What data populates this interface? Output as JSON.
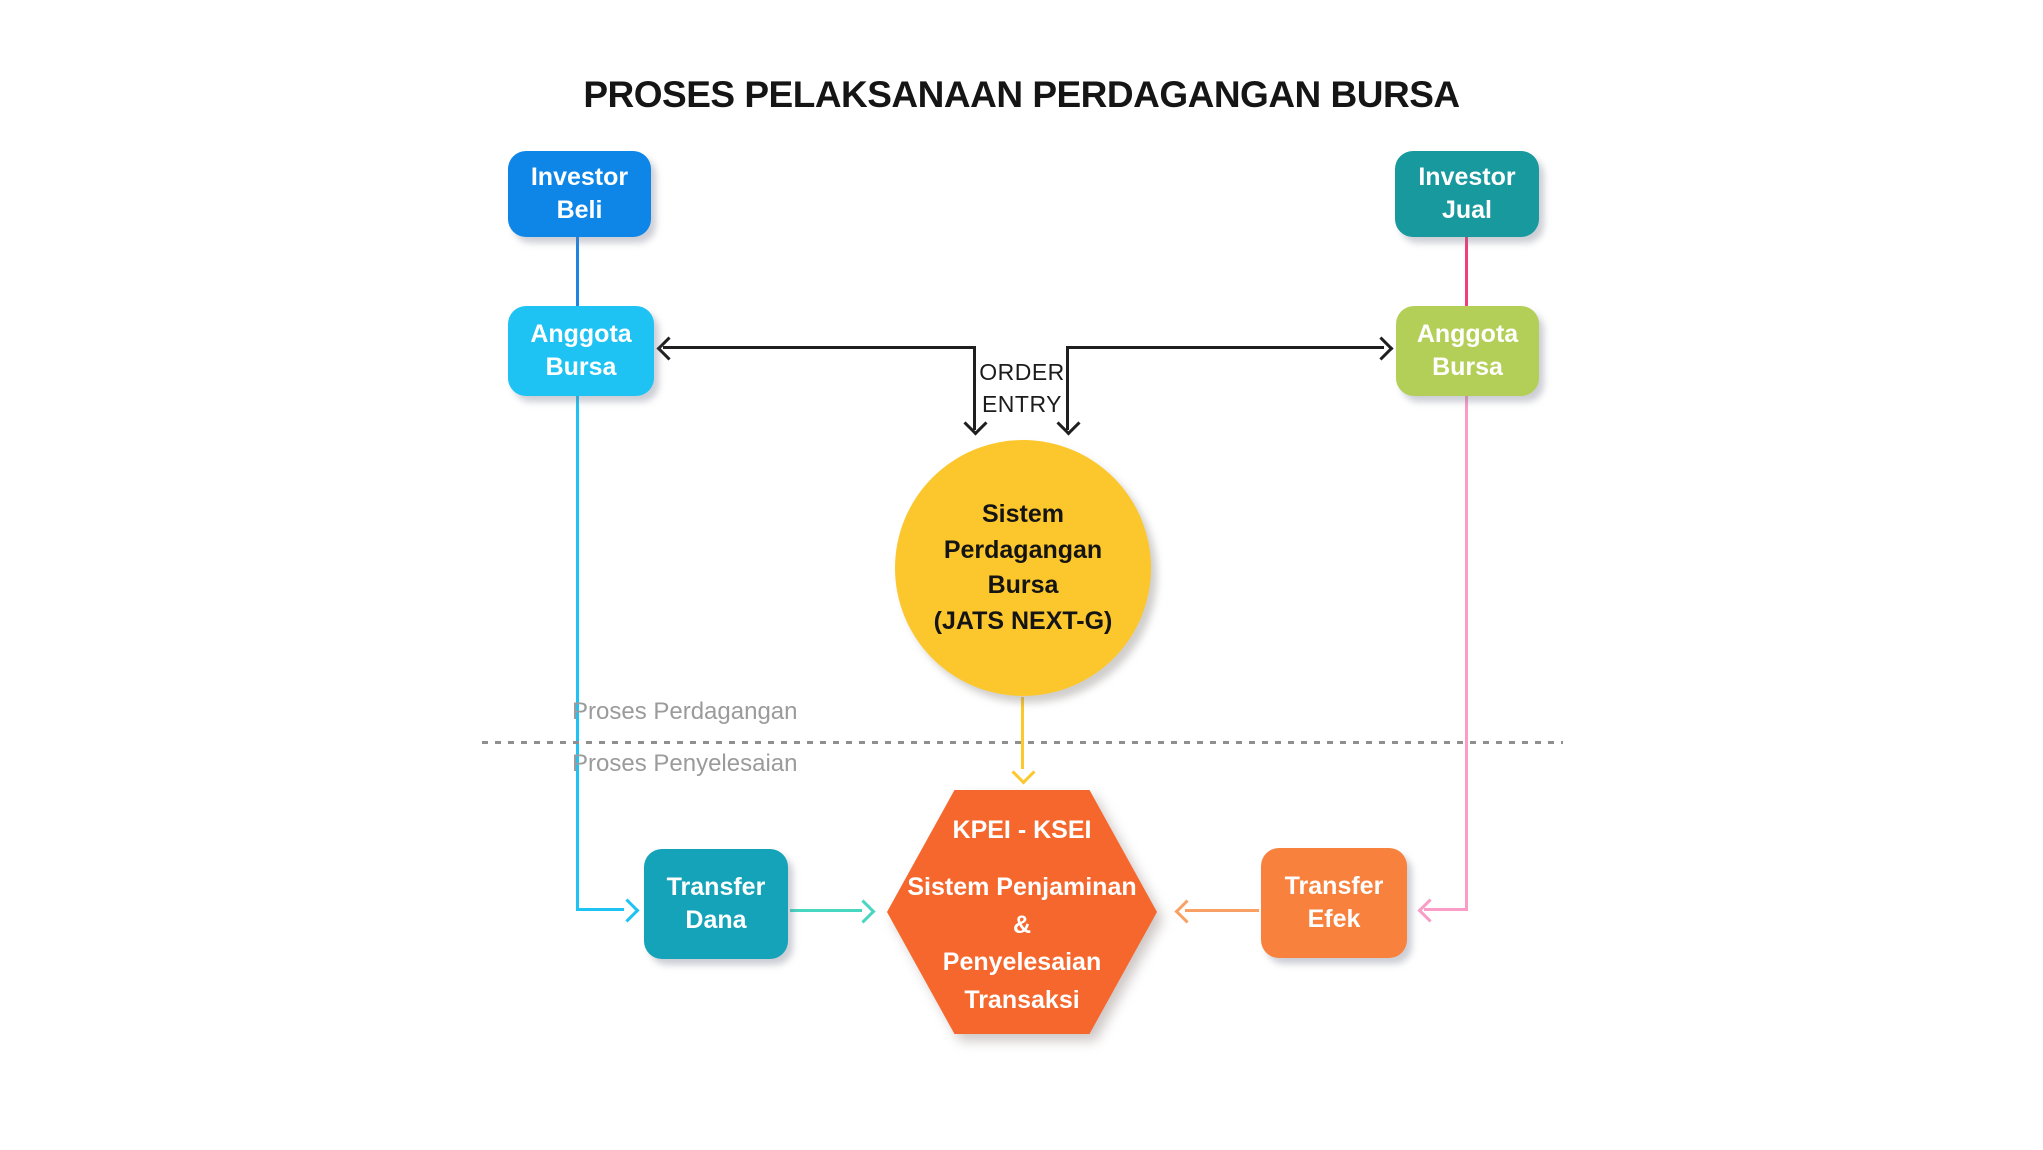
{
  "title": "PROSES PELAKSANAAN PERDAGANGAN BURSA",
  "diagram": {
    "nodes": {
      "investor_beli": {
        "label": "Investor\nBeli",
        "color": "#0e86e8"
      },
      "investor_jual": {
        "label": "Investor\nJual",
        "color": "#17999e"
      },
      "anggota_bursa_beli": {
        "label": "Anggota\nBursa",
        "color": "#1fc3f3"
      },
      "anggota_bursa_jual": {
        "label": "Anggota\nBursa",
        "color": "#b3cf58"
      },
      "sistem_perdagangan": {
        "label": "Sistem\nPerdagangan\nBursa\n(JATS NEXT-G)",
        "color": "#fcc72d"
      },
      "kpei_ksei": {
        "heading": "KPEI - KSEI",
        "label": "Sistem Penjaminan\n&\nPenyelesaian\nTransaksi",
        "color": "#f5672c"
      },
      "transfer_dana": {
        "label": "Transfer\nDana",
        "color": "#14a3b8"
      },
      "transfer_efek": {
        "label": "Transfer\nEfek",
        "color": "#f8813e"
      }
    },
    "labels": {
      "order_entry": "ORDER\nENTRY",
      "section_top": "Proses Perdagangan",
      "section_bottom": "Proses Penyelesaian"
    },
    "connector_colors": {
      "beli_to_anggota": "#1e86e2",
      "jual_to_anggota": "#f23e7d",
      "anggota_to_dana": "#1fc3f3",
      "anggota_to_efek": "#fa9cc5",
      "order_entry_arrows": "#1f1f1f",
      "dana_to_kpei": "#47d6c2",
      "efek_to_kpei": "#f9a164",
      "sistem_to_kpei": "#fbc82d",
      "divider": "#8f8f8f"
    }
  }
}
